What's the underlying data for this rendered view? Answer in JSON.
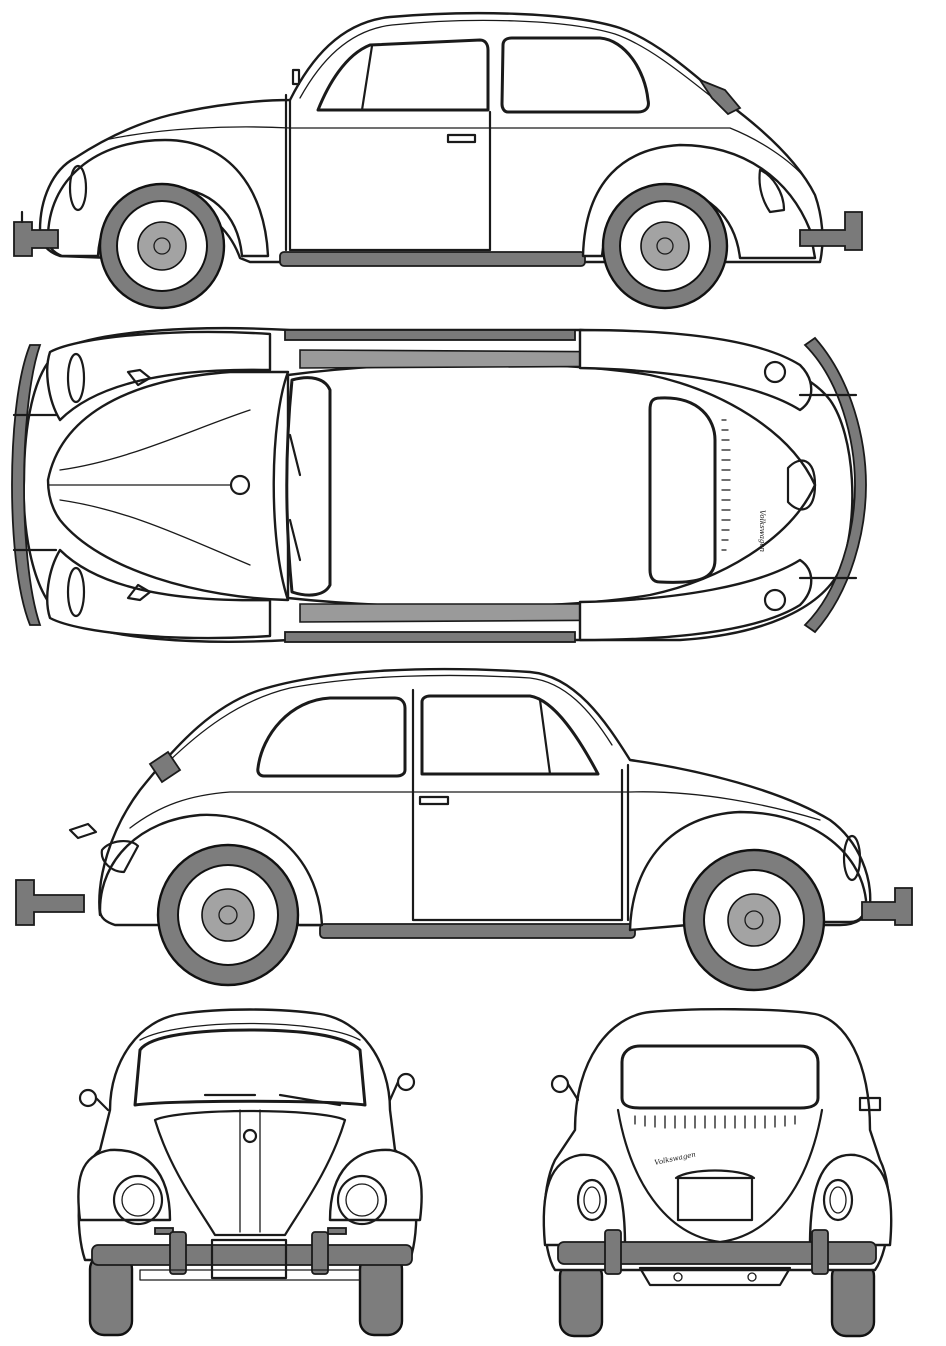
{
  "drawing": {
    "views": [
      "side-left",
      "top",
      "side-right",
      "front",
      "rear"
    ],
    "colors": {
      "line": "#1a1a1a",
      "shade": "#7a7a7a",
      "tire": "#7d7d7d",
      "paper": "#ffffff"
    },
    "script_badge": "Volkswagen"
  }
}
